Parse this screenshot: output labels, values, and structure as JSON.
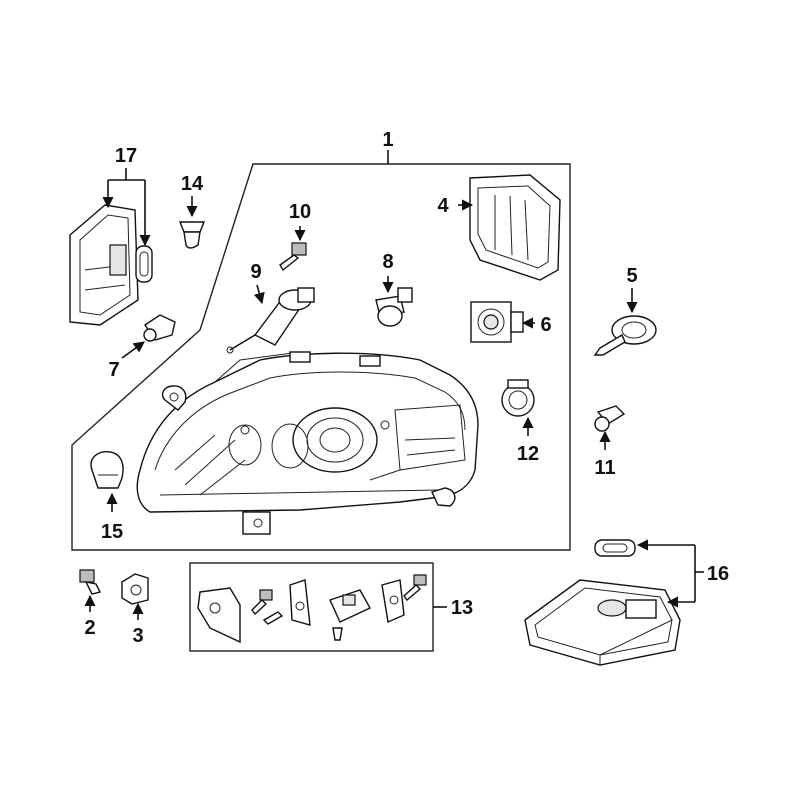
{
  "callouts": {
    "c1": "1",
    "c2": "2",
    "c3": "3",
    "c4": "4",
    "c5": "5",
    "c6": "6",
    "c7": "7",
    "c8": "8",
    "c9": "9",
    "c10": "10",
    "c11": "11",
    "c12": "12",
    "c13": "13",
    "c14": "14",
    "c15": "15",
    "c16": "16",
    "c17": "17"
  },
  "colors": {
    "line": "#111111",
    "shade": "#e6e6e6",
    "background": "#ffffff"
  }
}
